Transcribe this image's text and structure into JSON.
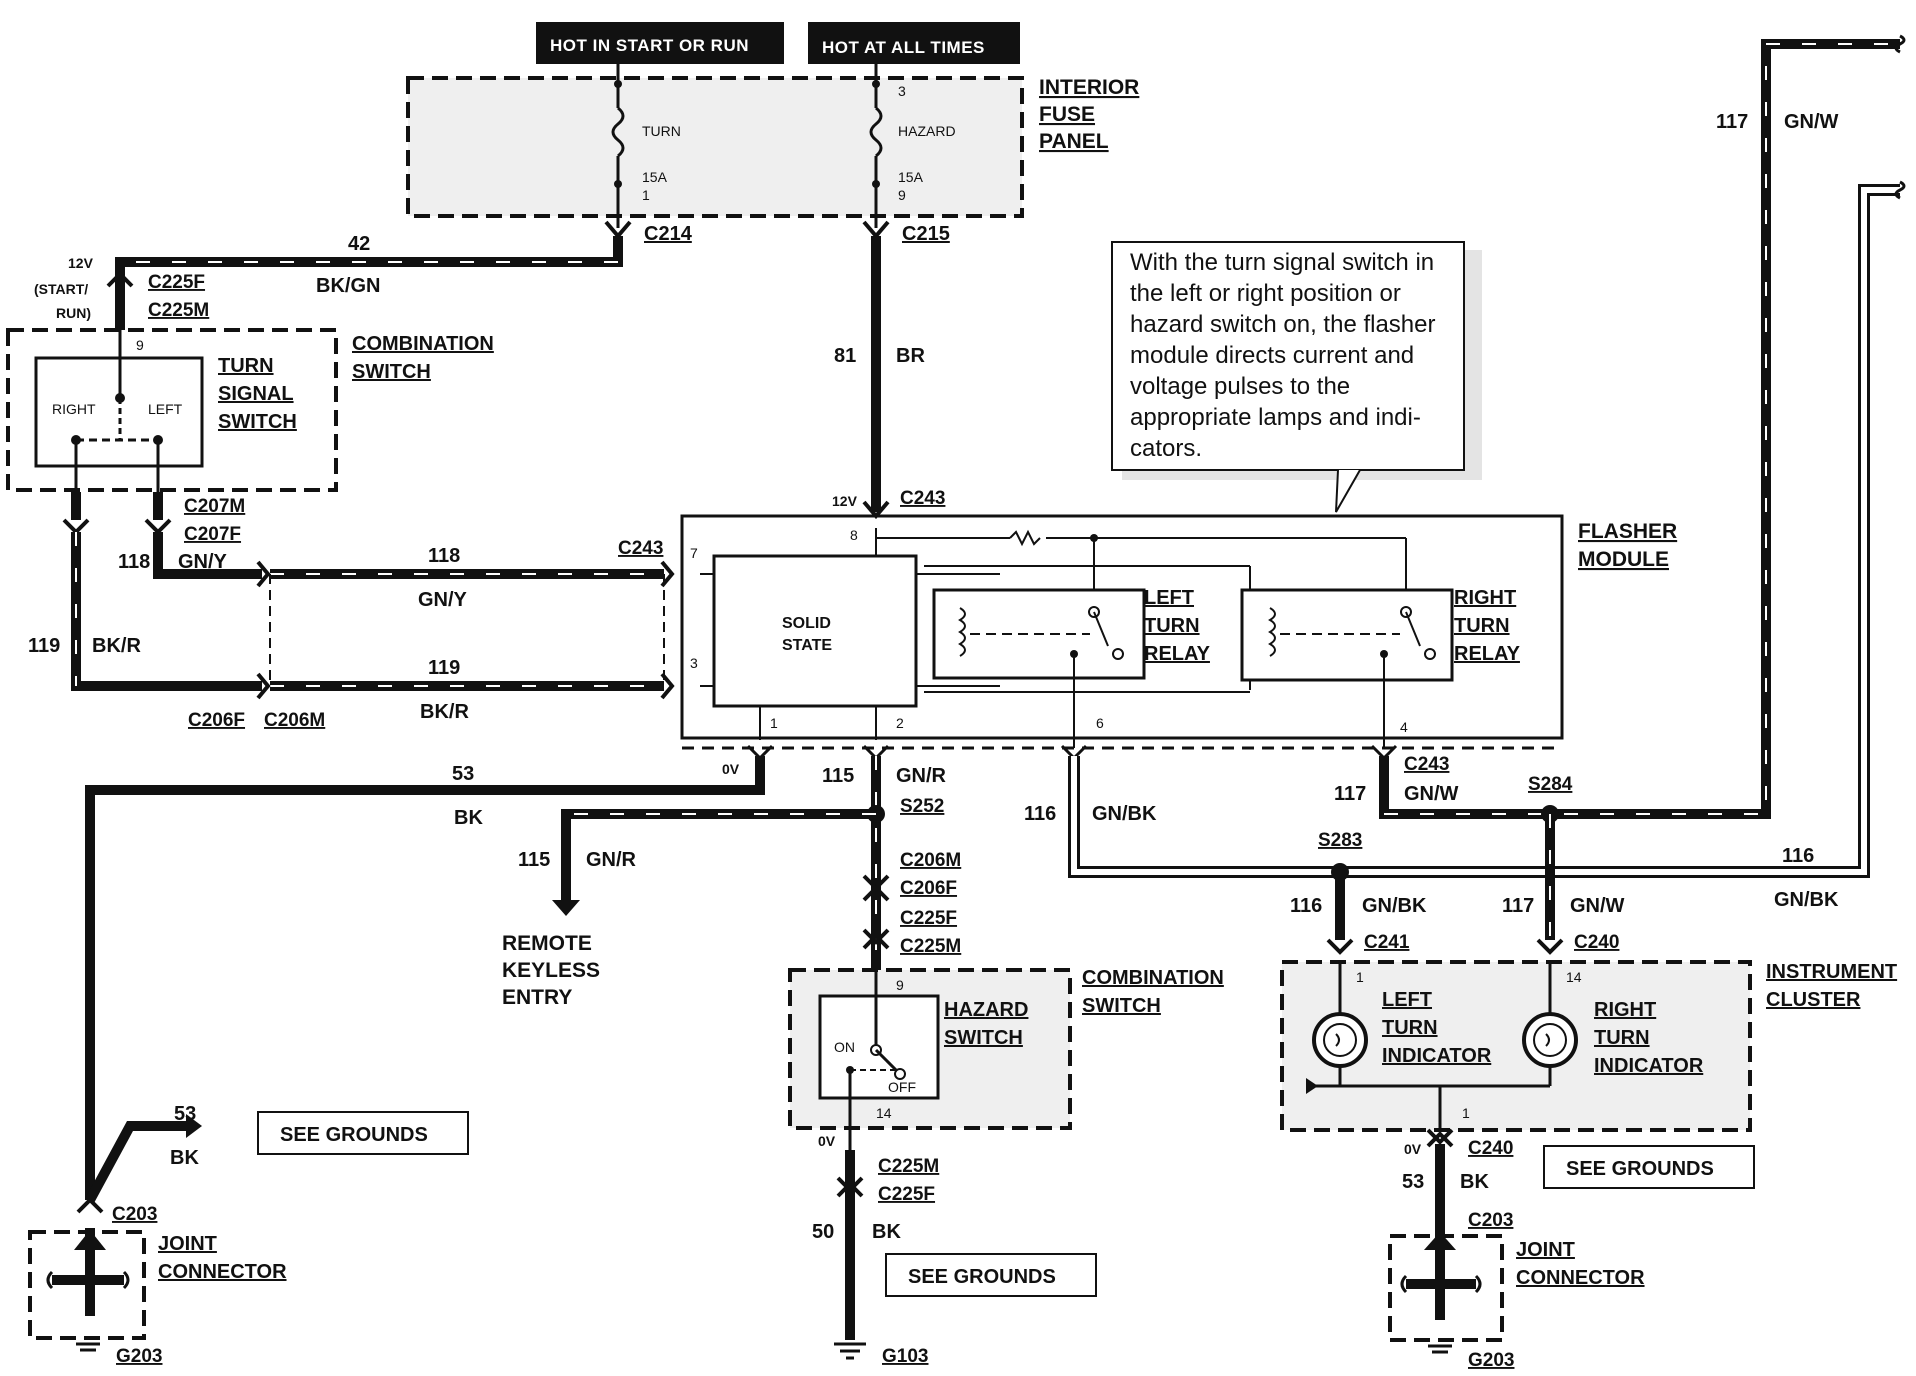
{
  "headers": {
    "hot_start_run": "HOT IN START OR RUN",
    "hot_all_times": "HOT AT ALL TIMES"
  },
  "fuse_panel": {
    "name_line1": "INTERIOR",
    "name_line2": "FUSE",
    "name_line3": "PANEL",
    "turn_fuse": "TURN",
    "turn_rating": "15A",
    "turn_pin_in": "",
    "turn_pin_out": "1",
    "hazard_fuse": "HAZARD",
    "hazard_rating": "15A",
    "hazard_pin_in": "3",
    "hazard_pin_out": "9"
  },
  "connectors": {
    "c214": "C214",
    "c215": "C215",
    "c225f_top": "C225F",
    "c225m_top": "C225M",
    "c207m": "C207M",
    "c207f": "C207F",
    "c243_left": "C243",
    "c243_top": "C243",
    "c243_bottom": "C243",
    "c206f": "C206F",
    "c206m": "C206M",
    "s252": "S252",
    "c206m_b": "C206M",
    "c206f_b": "C206F",
    "c225f_b": "C225F",
    "c225m_b": "C225M",
    "c225m_c": "C225M",
    "c225f_c": "C225F",
    "s284": "S284",
    "s283": "S283",
    "c241": "C241",
    "c240_top": "C240",
    "c240_bottom": "C240",
    "c203_left": "C203",
    "c203_right": "C203",
    "g203_left": "G203",
    "g203_right": "G203",
    "g103": "G103"
  },
  "wires": {
    "w42_num": "42",
    "w42_color": "BK/GN",
    "w81_num": "81",
    "w81_color": "BR",
    "w118_num_left": "118",
    "w118_color_left": "GN/Y",
    "w118_num_mid": "118",
    "w118_color_mid": "GN/Y",
    "w119_num_left": "119",
    "w119_color_left": "BK/R",
    "w119_num_mid": "119",
    "w119_color_mid": "BK/R",
    "w53_num_top": "53",
    "w53_color_top": "BK",
    "w115_num": "115",
    "w115_color": "GN/R",
    "w115_num_rke": "115",
    "w115_color_rke": "GN/R",
    "w116_num": "116",
    "w116_color": "GN/BK",
    "w117_num": "117",
    "w117_color": "GN/W",
    "w117_num_top": "117",
    "w117_color_top": "GN/W",
    "w116_num_right": "116",
    "w116_color_right": "GN/BK",
    "w116_num_ic": "116",
    "w116_color_ic": "GN/BK",
    "w117_num_ic": "117",
    "w117_color_ic": "GN/W",
    "w53_num_gnd": "53",
    "w53_color_gnd": "BK",
    "w50_num": "50",
    "w50_color": "BK",
    "w53_num_ic": "53",
    "w53_color_ic": "BK"
  },
  "voltages": {
    "v12_start_run_a": "12V",
    "v12_start_run_b": "(START/",
    "v12_start_run_c": "RUN)",
    "v12_flasher": "12V",
    "v0_flasher": "0V",
    "v0_hazard": "0V",
    "v0_ic": "0V"
  },
  "turn_signal_switch": {
    "combo_line1": "COMBINATION",
    "combo_line2": "SWITCH",
    "name_line1": "TURN",
    "name_line2": "SIGNAL",
    "name_line3": "SWITCH",
    "right": "RIGHT",
    "left": "LEFT",
    "pin_top": "9"
  },
  "flasher_module": {
    "name_line1": "FLASHER",
    "name_line2": "MODULE",
    "solid_state_1": "SOLID",
    "solid_state_2": "STATE",
    "left_relay_1": "LEFT",
    "left_relay_2": "TURN",
    "left_relay_3": "RELAY",
    "right_relay_1": "RIGHT",
    "right_relay_2": "TURN",
    "right_relay_3": "RELAY",
    "pin8": "8",
    "pin7": "7",
    "pin3": "3",
    "pin1": "1",
    "pin2": "2",
    "pin6": "6",
    "pin4": "4"
  },
  "note": {
    "lines": [
      "With the turn signal switch in",
      "the left or right position or",
      "hazard switch on, the flasher",
      "module directs current and",
      "voltage pulses to the",
      "appropriate lamps and indi-",
      "cators."
    ]
  },
  "hazard_switch": {
    "combo_line1": "COMBINATION",
    "combo_line2": "SWITCH",
    "name_line1": "HAZARD",
    "name_line2": "SWITCH",
    "on": "ON",
    "off": "OFF",
    "pin_top": "9",
    "pin_bottom": "14"
  },
  "instrument_cluster": {
    "name_line1": "INSTRUMENT",
    "name_line2": "CLUSTER",
    "left_1": "LEFT",
    "left_2": "TURN",
    "left_3": "INDICATOR",
    "right_1": "RIGHT",
    "right_2": "TURN",
    "right_3": "INDICATOR",
    "pin1": "1",
    "pin14": "14",
    "pin_bottom": "1"
  },
  "remote_keyless": {
    "line1": "REMOTE",
    "line2": "KEYLESS",
    "line3": "ENTRY"
  },
  "joint_connector": {
    "left_line1": "JOINT",
    "left_line2": "CONNECTOR",
    "right_line1": "JOINT",
    "right_line2": "CONNECTOR"
  },
  "see_grounds": {
    "a": "SEE GROUNDS",
    "b": "SEE GROUNDS",
    "c": "SEE GROUNDS"
  }
}
